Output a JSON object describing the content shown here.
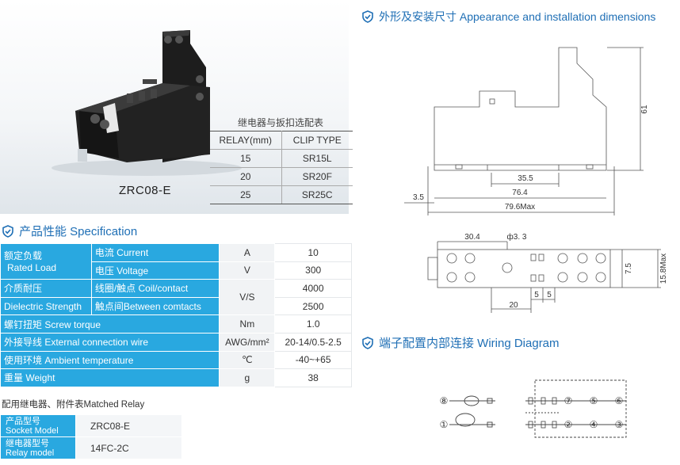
{
  "product": {
    "name": "ZRC08-E"
  },
  "clip_table": {
    "title": "继电器与扳扣选配表",
    "headers": [
      "RELAY(mm)",
      "CLIP TYPE"
    ],
    "rows": [
      [
        "15",
        "SR15L"
      ],
      [
        "20",
        "SR20F"
      ],
      [
        "25",
        "SR25C"
      ]
    ]
  },
  "sections": {
    "dimensions": "外形及安装尺寸 Appearance and installation dimensions",
    "specification": "产品性能 Specification",
    "wiring": "端子配置内部连接 Wiring Diagram"
  },
  "spec": {
    "rated_load_cn": "额定负载",
    "rated_load_en": "Rated Load",
    "current_label": "电流 Current",
    "current_unit": "A",
    "current_value": "10",
    "voltage_label": "电压 Voltage",
    "voltage_unit": "V",
    "voltage_value": "300",
    "dielectric_cn": "介质耐压",
    "dielectric_en": "Dielectric Strength",
    "coil_contact_label": "线圈/触点 Coil/contact",
    "coil_contact_value": "4000",
    "between_contacts_label": "触点间Between comtacts",
    "between_contacts_value": "2500",
    "dielectric_unit": "V/S",
    "screw_torque_label": "螺钉扭矩 Screw torque",
    "screw_torque_unit": "Nm",
    "screw_torque_value": "1.0",
    "wire_label": "外接导线 External connection wire",
    "wire_unit": "AWG/mm²",
    "wire_value": "20-14/0.5-2.5",
    "ambient_label": "使用环境 Ambient temperature",
    "ambient_unit": "℃",
    "ambient_value": "-40~+65",
    "weight_label": "重量 Weight",
    "weight_unit": "g",
    "weight_value": "38"
  },
  "matched": {
    "title": "配用继电器、附件表Matched Relay",
    "socket_label_cn": "产品型号",
    "socket_label_en": "Socket Model",
    "socket_value": "ZRC08-E",
    "relay_label_cn": "继电器型号",
    "relay_label_en": "Relay model",
    "relay_value": "14FC-2C"
  },
  "dimensions": {
    "height": "61",
    "width_inner": "35.5",
    "width_mid": "76.4",
    "width_max": "79.6Max",
    "offset": "3.5",
    "top_30_4": "30.4",
    "hole": "ф3. 3",
    "h_7_5": "7.5",
    "h_15_8": "15.8Max",
    "b_20": "20",
    "b_5a": "5",
    "b_5b": "5"
  },
  "wiring": {
    "left_pins": [
      "⑧",
      "①"
    ],
    "right_top": [
      "⑦",
      "⑤",
      "⑥"
    ],
    "right_bottom": [
      "②",
      "④",
      "③"
    ]
  },
  "colors": {
    "accent": "#1f6fb5",
    "table_header": "#29a8e0"
  }
}
